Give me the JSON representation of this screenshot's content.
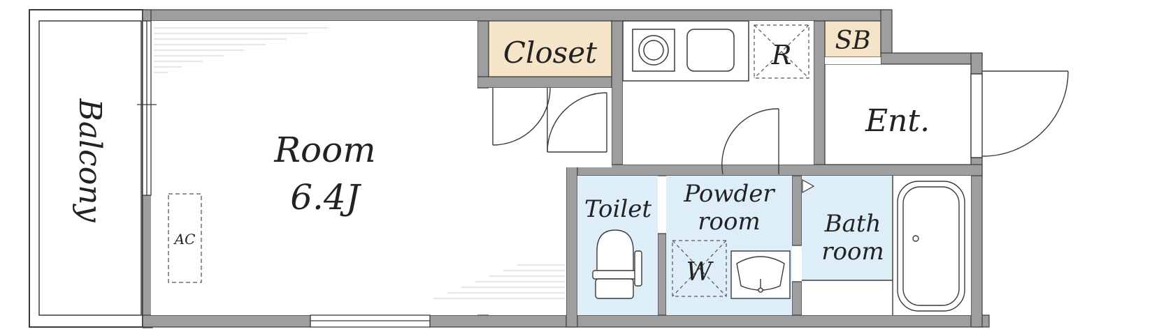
{
  "labels": {
    "balcony": "Balcony",
    "room": "Room",
    "room_size": "6.4J",
    "ac": "AC",
    "closet": "Closet",
    "refrigerator": "R",
    "shoe_box": "SB",
    "entrance": "Ent.",
    "toilet": "Toilet",
    "powder_room_line1": "Powder",
    "powder_room_line2": "room",
    "washer": "W",
    "bath_room_line1": "Bath",
    "bath_room_line2": "room"
  },
  "colors": {
    "wall": "#9e9e9e",
    "outline": "#3a3a3a",
    "wet_area": "#ddeef8",
    "storage": "#f6e4c8",
    "line": "#444444"
  }
}
